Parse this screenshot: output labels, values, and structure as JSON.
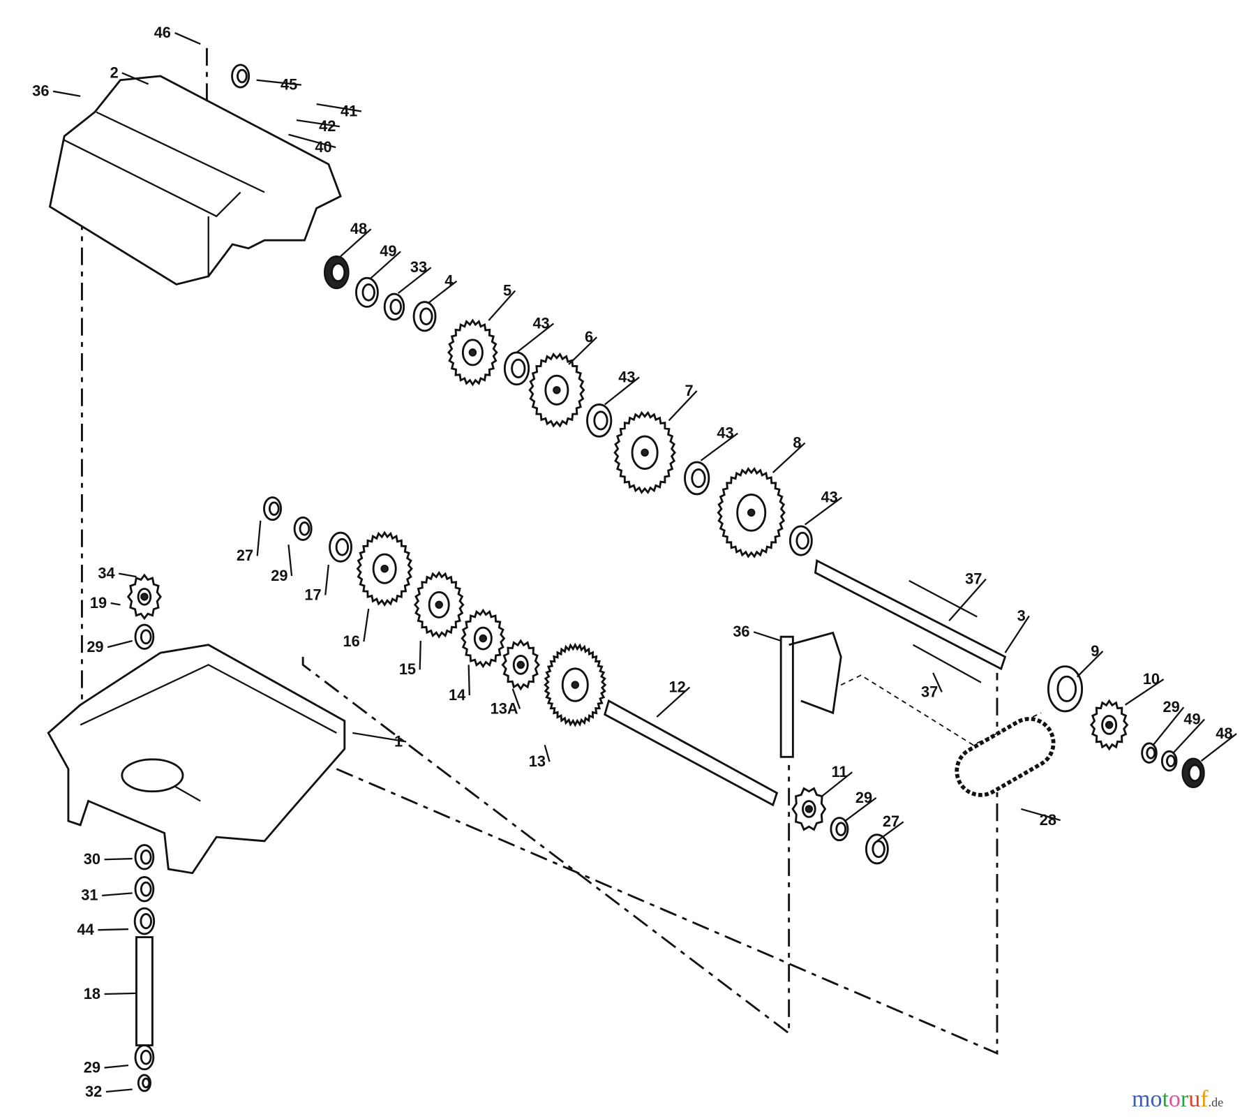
{
  "callouts": [
    "46",
    "2",
    "36",
    "45",
    "41",
    "42",
    "40",
    "48",
    "49",
    "33",
    "4",
    "5",
    "43",
    "6",
    "43",
    "7",
    "43",
    "8",
    "43",
    "37",
    "3",
    "37",
    "36",
    "9",
    "10",
    "29",
    "49",
    "48",
    "28",
    "27",
    "29",
    "11",
    "12",
    "13",
    "13A",
    "14",
    "15",
    "16",
    "17",
    "29",
    "27",
    "34",
    "19",
    "29",
    "1",
    "30",
    "31",
    "44",
    "18",
    "29",
    "32"
  ],
  "watermark": {
    "text": "motoruf",
    "suffix": ".de",
    "colors": [
      "#3b5cb8",
      "#3b5cb8",
      "#2e9e3e",
      "#e0509a",
      "#2e9e3e",
      "#e04020",
      "#e89a10",
      "#e8c010"
    ]
  }
}
